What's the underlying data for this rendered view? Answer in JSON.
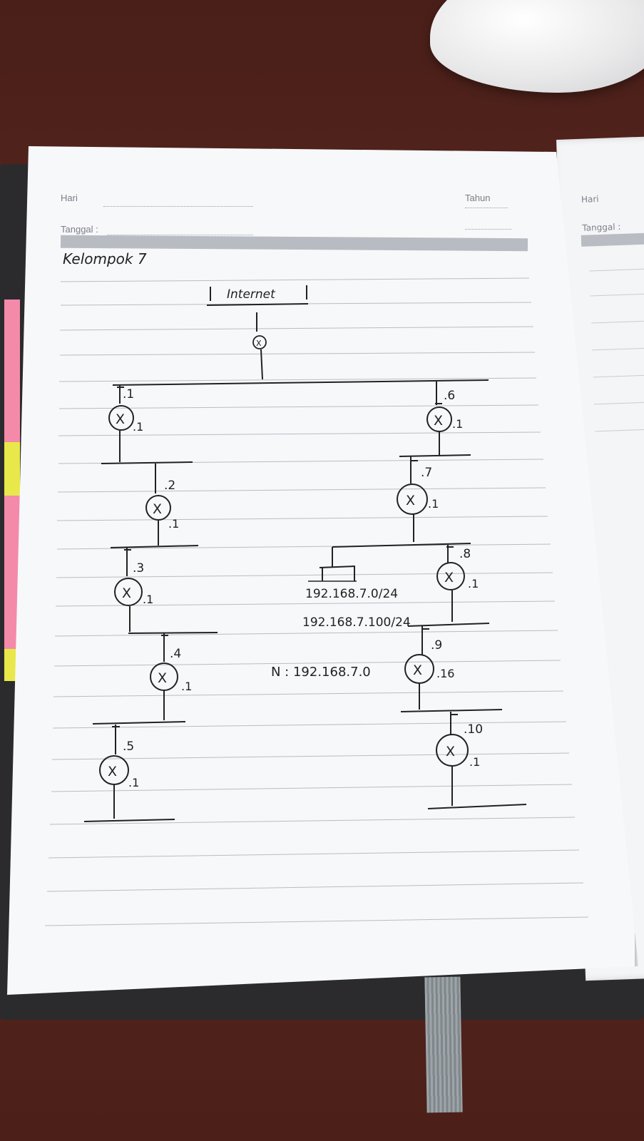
{
  "page_header": {
    "hari_label": "Hari",
    "tahun_label": "Tahun",
    "tanggal_label": "Tanggal :",
    "right_hari_label": "Hari",
    "right_tanggal_label": "Tanggal :"
  },
  "title": "Kelompok 7",
  "diagram": {
    "internet_label": "Internet",
    "router_symbol": "X",
    "left_column": [
      {
        "port": ".1",
        "router": "X",
        "iface": ".1"
      },
      {
        "port": ".2",
        "router": "X",
        "iface": ".1"
      },
      {
        "port": ".3",
        "router": "X",
        "iface": ".1"
      },
      {
        "port": ".4",
        "router": "X",
        "iface": ".1"
      },
      {
        "port": ".5",
        "router": "X",
        "iface": ".1"
      }
    ],
    "right_column": [
      {
        "port": ".6",
        "router": "X",
        "iface": ".1"
      },
      {
        "port": ".7",
        "router": "X",
        "iface": ".1"
      },
      {
        "port": ".8",
        "router": "X",
        "iface": ".1"
      },
      {
        "port": ".9",
        "router": "X",
        "iface": ".16"
      },
      {
        "port": ".10",
        "router": "X",
        "iface": ".1"
      }
    ],
    "network_note_1": "192.168.7.0/24",
    "network_note_2": "192.168.7.100/24",
    "network_note_3": "N : 192.168.7.0"
  },
  "colors": {
    "paper": "#f7f8fa",
    "ink": "#222222",
    "rule": "#b9bcc4",
    "desk": "#4a1f19",
    "tab_pink": "#f48aa9",
    "tab_yellow": "#e8e84a"
  }
}
